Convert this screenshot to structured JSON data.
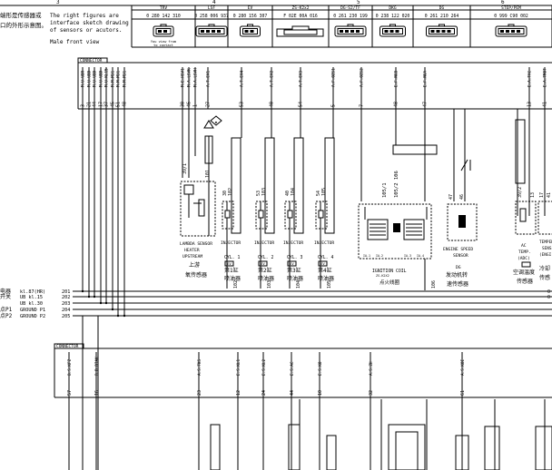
{
  "header": {
    "left_top": "3",
    "cn_line1": "端形是传感器或",
    "cn_line2": "口的外形示意图。",
    "en_line1": "The right figures are",
    "en_line2": "interface sketch drawing",
    "en_line3": "of sensors or acutors.",
    "en_line4": "Male front view",
    "top_nums": [
      "4",
      "5",
      "6"
    ]
  },
  "connectors_top": [
    {
      "name": "TRV",
      "pn": "0 280 142 310",
      "pins": 2,
      "note1": "You view from",
      "note2": "to contact"
    },
    {
      "name": "LSF",
      "pn": "0 258 006 937",
      "pins": 4,
      "note1": "",
      "note2": ""
    },
    {
      "name": "EV",
      "pn": "0 280 156 307",
      "pins": 2,
      "note1": "",
      "note2": ""
    },
    {
      "name": "ZS-K2x2",
      "pn": "F 02E 00A 016",
      "pins": 0,
      "note1": "",
      "note2": ""
    },
    {
      "name": "DG-S2/TF",
      "pn": "0 261 230 199",
      "pins": 4,
      "note1": "",
      "note2": ""
    },
    {
      "name": "DKG",
      "pn": "0 238 122 020",
      "pins": 3,
      "note1": "",
      "note2": ""
    },
    {
      "name": "DG",
      "pn": "0 261 210 264",
      "pins": 4,
      "note1": "",
      "note2": ""
    },
    {
      "name": "STEP/PEM",
      "pn": "0 999 C90 002",
      "pins": 4,
      "note1": "",
      "note2": ""
    }
  ],
  "connector_label": "CONNECTOR",
  "top_wires": [
    {
      "label": "M.U.UBR",
      "pin": "3"
    },
    {
      "label": "M.U.UBD",
      "pin": "21"
    },
    {
      "label": "M.U.UBD",
      "pin": "44"
    },
    {
      "label": "M.U.UBD",
      "pin": "17"
    },
    {
      "label": "M.U.KL15",
      "pin": "37"
    },
    {
      "label": "M.M.M31",
      "pin": "45"
    },
    {
      "label": "M.M.M31",
      "pin": "51"
    },
    {
      "label": "M.M.M31",
      "pin": "48"
    },
    {
      "label": "M.E.HSV1",
      "pin": "30"
    },
    {
      "label": "M.A.LSVK",
      "pin": "46"
    },
    {
      "label": "M.A.LSVH",
      "pin": "1"
    },
    {
      "label": "A.T.EV1",
      "pin": "27"
    },
    {
      "label": "A.T.EV4",
      "pin": "53"
    },
    {
      "label": "A.T.EV2",
      "pin": "40"
    },
    {
      "label": "A.T.EV3",
      "pin": "54"
    },
    {
      "label": "A.F.OZS1",
      "pin": "5"
    },
    {
      "label": "A.F.OZS2",
      "pin": "7"
    },
    {
      "label": "E.F.NGA",
      "pin": "47"
    },
    {
      "label": "E.F.NGB",
      "pin": "48"
    },
    {
      "label": "E.A.TAC",
      "pin": "13"
    },
    {
      "label": "E.A.TMOT",
      "pin": "41"
    }
  ],
  "components": [
    {
      "num1": "39/1",
      "num2": "101",
      "en1": "LAMBDA SENSOR",
      "en2": "HEATER",
      "en3": "UPSTREAM",
      "cn1": "上游",
      "cn2": "氧传感器",
      "wire": "102"
    },
    {
      "num1": "30",
      "num2": "102",
      "en1": "INJECTOR",
      "en2": "",
      "en3": "CYL. 1",
      "cn1": "第1缸",
      "cn2": "喷油器",
      "wire": "102"
    },
    {
      "num1": "53",
      "num2": "103",
      "en1": "INJECTOR",
      "en2": "",
      "en3": "CYL. 2",
      "cn1": "第2缸",
      "cn2": "喷油器",
      "wire": "103"
    },
    {
      "num1": "40",
      "num2": "104",
      "en1": "INJECTOR",
      "en2": "",
      "en3": "CYL. 3",
      "cn1": "第3缸",
      "cn2": "喷油器",
      "wire": "104"
    },
    {
      "num1": "54",
      "num2": "105",
      "en1": "INJECTOR",
      "en2": "",
      "en3": "CYL. 4",
      "cn1": "第4缸",
      "cn2": "喷油器",
      "wire": "105"
    },
    {
      "num1": "105/1",
      "num2": "105/2 106",
      "en1": "IGNITION COIL",
      "en2": "ZS-K2X2",
      "en3": "",
      "cn1": "点火线圈",
      "cn2": "",
      "wire": "106"
    },
    {
      "num1": "47",
      "num2": "46",
      "en1": "ENGINE SPEED",
      "en2": "SENSOR",
      "en3": "DG",
      "cn1": "发动机转",
      "cn2": "速传感器",
      "wire": ""
    },
    {
      "num1": "39/2",
      "num2": "13",
      "en1": "AC",
      "en2": "TEMP.",
      "en3": "(ADC)",
      "cn1": "空调温度",
      "cn2": "传感器",
      "wire": ""
    },
    {
      "num1": "17",
      "num2": "41",
      "en1": "TEMPER",
      "en2": "SENS",
      "en3": "(ENGI",
      "cn1": "冷却",
      "cn2": "传感",
      "wire": ""
    }
  ],
  "coil_pins": [
    "IA.1",
    "IA.2",
    "IA.3",
    "IA.4"
  ],
  "left_labels": [
    {
      "cn": "电器",
      "en": "kl.87(HR)",
      "num": "201"
    },
    {
      "cn": "开关",
      "en": "UB kl.15",
      "num": "202"
    },
    {
      "cn": "",
      "en": "UB kl.30",
      "num": "203"
    },
    {
      "cn": "点P1",
      "en": "GROUND P1",
      "num": "204"
    },
    {
      "cn": "点P2",
      "en": "GROUND P2",
      "num": "205"
    }
  ],
  "bottom_connector_label": "CONNECTOR",
  "bottom_wires": [
    {
      "label": "B.S.KFZ",
      "pin": "57"
    },
    {
      "label": "B.D.DIAK",
      "pin": "16"
    },
    {
      "label": "A.S.TKS",
      "pin": "23"
    },
    {
      "label": "E.S.KL1",
      "pin": "12"
    },
    {
      "label": "E.S.KL2",
      "pin": "24"
    },
    {
      "label": "E.S.AC",
      "pin": "44"
    },
    {
      "label": "E.S.KO",
      "pin": "10"
    },
    {
      "label": "A.S.ZH",
      "pin": "32"
    },
    {
      "label": "A.S.KOE",
      "pin": "61"
    }
  ]
}
